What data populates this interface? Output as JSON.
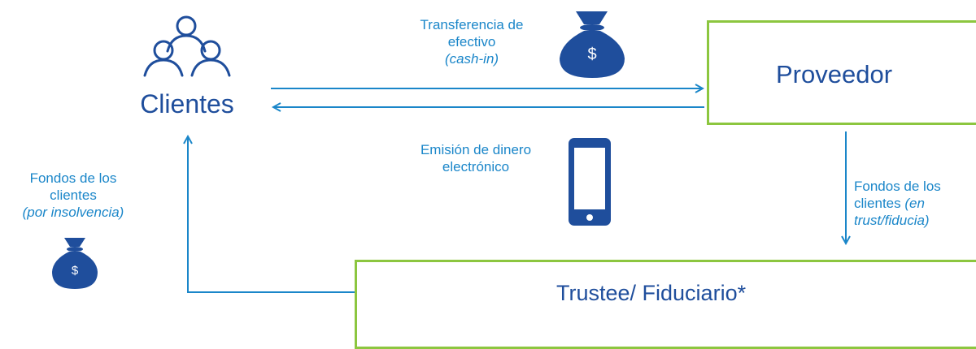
{
  "actors": {
    "clients_label": "Clientes",
    "provider_label": "Proveedor",
    "trustee_label": "Trustee/ Fiduciario*"
  },
  "flows": {
    "cash_in_line1": "Transferencia de",
    "cash_in_line2": "efectivo",
    "cash_in_line3": "(cash-in)",
    "emission_line1": "Emisión de dinero",
    "emission_line2": "electrónico",
    "trust_line1": "Fondos de los",
    "trust_line2a": "clientes ",
    "trust_line2b": "(en",
    "trust_line3": "trust/fiducia)",
    "insolvency_line1": "Fondos de los",
    "insolvency_line2": "clientes",
    "insolvency_line3": "(por insolvencia)"
  },
  "icons": {
    "money_bag_symbol": "$",
    "money_bag_small_symbol": "$"
  },
  "colors": {
    "navy": "#1f4e9c",
    "cyan": "#1a86c9",
    "box_border": "#8cc63f"
  }
}
